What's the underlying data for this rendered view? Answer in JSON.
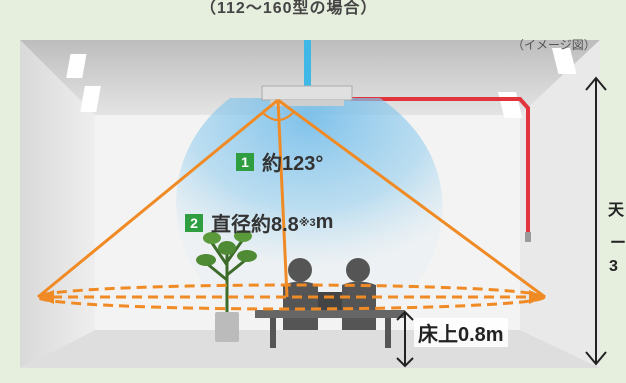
{
  "caption": "（112〜160型の場合）",
  "image_note": "（イメージ図）",
  "angle": {
    "badge": "1",
    "text": "約123°"
  },
  "diameter": {
    "badge": "2",
    "text": "直径約8.8",
    "note": "※3",
    "unit": "m"
  },
  "floor_height": "床上0.8m",
  "ceiling_height_partial": [
    "天",
    "ー",
    "3"
  ],
  "colors": {
    "cone": "#f08a24",
    "airflow": "#7fc6ec",
    "pipe_blue": "#40b8e6",
    "pipe_red": "#e2343c",
    "badge_green": "#2f9e41"
  }
}
